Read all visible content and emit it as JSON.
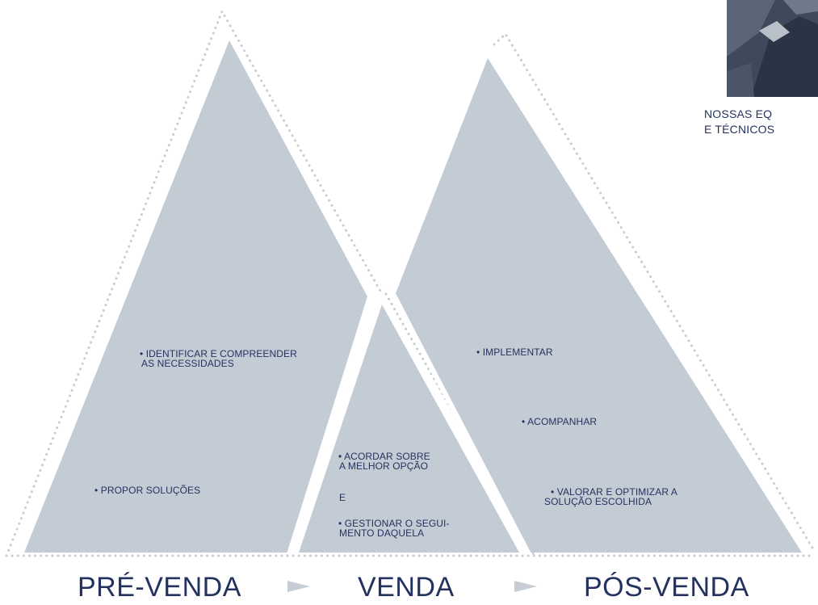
{
  "caption": {
    "line1": "NOSSAS EQ",
    "line2": "E TÉCNICOS"
  },
  "phases": {
    "pre_venda": {
      "label": "PRÉ-VENDA",
      "bullet1_line1": "• IDENTIFICAR E COMPREENDER",
      "bullet1_line2": "AS NECESSIDADES",
      "bullet2": "• PROPOR SOLUÇÕES"
    },
    "venda": {
      "label": "VENDA",
      "bullet1_line1": "• ACORDAR SOBRE",
      "bullet1_line2": "A MELHOR OPÇÃO",
      "connector": "E",
      "bullet2_line1": "• GESTIONAR O SEGUI-",
      "bullet2_line2": "MENTO DAQUELA"
    },
    "pos_venda": {
      "label": "PÓS-VENDA",
      "bullet1": "• IMPLEMENTAR",
      "bullet2": "• ACOMPANHAR",
      "bullet3_line1": "• VALORAR E OPTIMIZAR A",
      "bullet3_line2": "SOLUÇÃO ESCOLHIDA"
    }
  },
  "colors": {
    "triangle_fill": "#c3ccd5",
    "dotted_outline": "#c6cdd5",
    "text": "#24325f",
    "arrow": "#c6cdd5"
  }
}
